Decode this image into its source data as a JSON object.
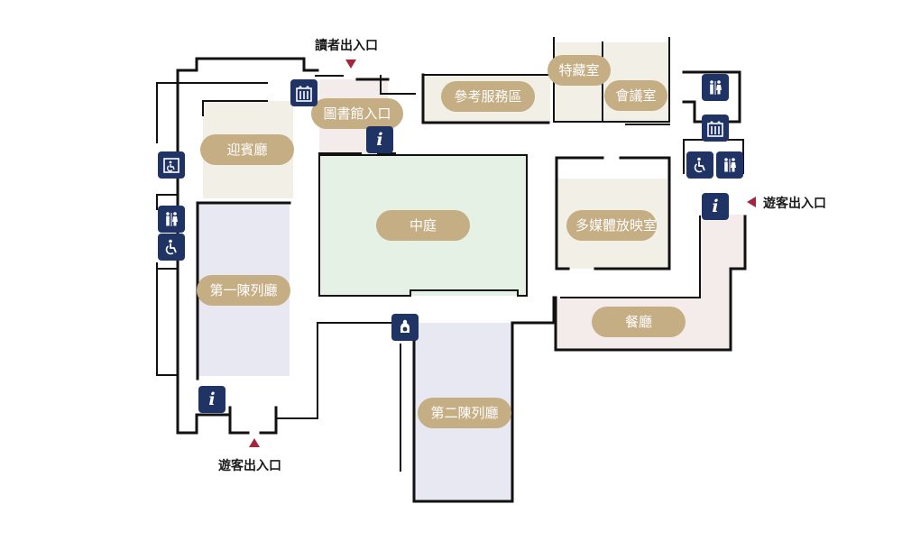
{
  "colors": {
    "wall": "#111111",
    "label_bg": "#c5ad84",
    "label_text": "#ffffff",
    "icon_bg": "#1f3464",
    "arrow": "#a3263f",
    "courtyard_fill": "#e6f1e6",
    "exhibit_fill": "#e8e8f3",
    "beige_fill": "#f1efe6",
    "pink_fill": "#f4ecea"
  },
  "rooms": {
    "reception": "迎賓廳",
    "gallery1": "第一陳列廳",
    "courtyard": "中庭",
    "library_entrance": "圖書館入口",
    "reference": "參考服務區",
    "special_collections": "特藏室",
    "meeting": "會議室",
    "multimedia": "多媒體放映室",
    "restaurant": "餐廳",
    "gallery2": "第二陳列廳"
  },
  "entrances": {
    "reader": "讀者出入口",
    "visitor_east": "遊客出入口",
    "visitor_south": "遊客出入口"
  },
  "icons": [
    "elevator-icon",
    "info-icon",
    "restroom-icon",
    "elevator-icon",
    "accessible-restroom-icon",
    "restroom-icon",
    "info-icon",
    "accessible-elevator-icon",
    "restroom-icon",
    "accessible-restroom-icon",
    "nursing-room-icon",
    "info-icon"
  ]
}
